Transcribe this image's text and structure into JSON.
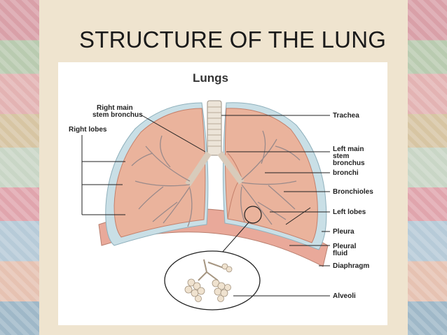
{
  "slide_title": "STRUCTURE OF THE LUNG",
  "diagram": {
    "heading": "Lungs",
    "labels_left": {
      "right_main_stem_bronchus": [
        "Right main",
        "stem bronchus"
      ],
      "right_lobes": "Right lobes"
    },
    "labels_right": {
      "trachea": "Trachea",
      "left_main_stem_bronchus": [
        "Left main",
        "stem",
        "bronchus"
      ],
      "bronchi": "bronchi",
      "bronchioles": "Bronchioles",
      "left_lobes": "Left lobes",
      "pleura": "Pleura",
      "pleural_fluid": [
        "Pleural",
        "fluid"
      ],
      "diaphragm": "Diaphragm",
      "alveoli": "Alveoli"
    }
  },
  "colors": {
    "lung_fill": "#eab39c",
    "pleura_fill": "#c9dfe6",
    "diaphragm_fill": "#e9a99a",
    "trachea_fill": "#ece4d8"
  }
}
